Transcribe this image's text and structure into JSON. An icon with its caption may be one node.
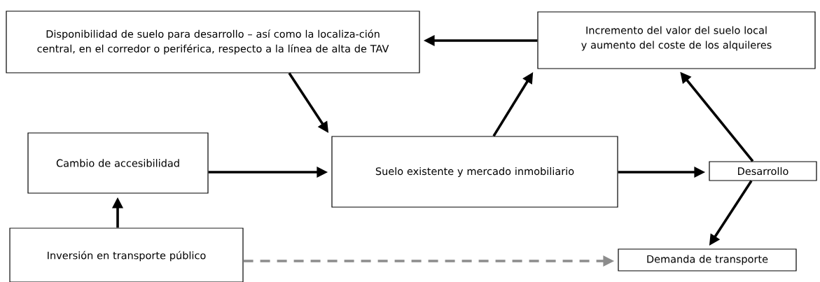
{
  "diagram": {
    "nodes": [
      {
        "text": [
          "Disponibilidad de suelo para desarrollo – así como la localiza-ción central, en el corredor o periférica, respecto a la línea de alta de TAV"
        ]
      },
      {
        "text": [
          "Incremento del valor del suelo local y aumento del coste de los alquileres"
        ]
      },
      {
        "text": [
          "Cambio de accesibilidad"
        ]
      },
      {
        "text": [
          "Suelo existente y mercado inmobiliario"
        ]
      },
      {
        "text": [
          "Desarrollo"
        ]
      },
      {
        "text": [
          "Inversión en transporte público"
        ]
      },
      {
        "text": [
          "Demanda de transporte"
        ]
      }
    ],
    "edges": [
      {
        "from": 1,
        "to": 0,
        "arrow": "to"
      },
      {
        "from": 0,
        "to": 3,
        "arrow": "to"
      },
      {
        "from": 3,
        "to": 1,
        "arrow": "to"
      },
      {
        "from": 4,
        "to": 1,
        "arrow": "to"
      },
      {
        "from": 2,
        "to": 3,
        "arrow": "to"
      },
      {
        "from": 3,
        "to": 4,
        "arrow": "to"
      },
      {
        "from": 4,
        "to": 6,
        "arrow": "to"
      },
      {
        "from": 5,
        "to": 2,
        "arrow": "to"
      },
      {
        "from": 5,
        "to": 6,
        "arrow": "to",
        "style": "dashed",
        "color": "#8c8c8c"
      }
    ]
  }
}
